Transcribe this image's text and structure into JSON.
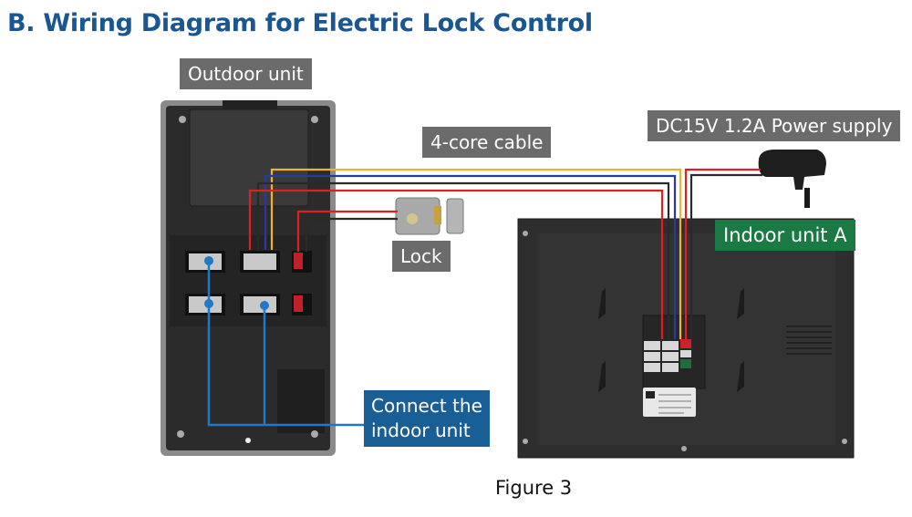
{
  "title": "B. Wiring Diagram for Electric Lock Control",
  "labels": {
    "outdoor_unit": "Outdoor unit",
    "cable": "4-core cable",
    "lock": "Lock",
    "power_supply": "DC15V 1.2A Power supply",
    "indoor_unit": "Indoor unit A",
    "connect_indoor": "Connect the indoor unit"
  },
  "caption": "Figure 3",
  "wire_colors": {
    "yellow": "#f0b030",
    "blue": "#2a3a9a",
    "black": "#2a2a2a",
    "red": "#e02020",
    "connect": "#1f78c8"
  },
  "label_colors": {
    "gray_tag": "#6b6b6b",
    "green_tag": "#1b7a44",
    "blue_tag": "#1a5e96",
    "title": "#1a5692"
  }
}
